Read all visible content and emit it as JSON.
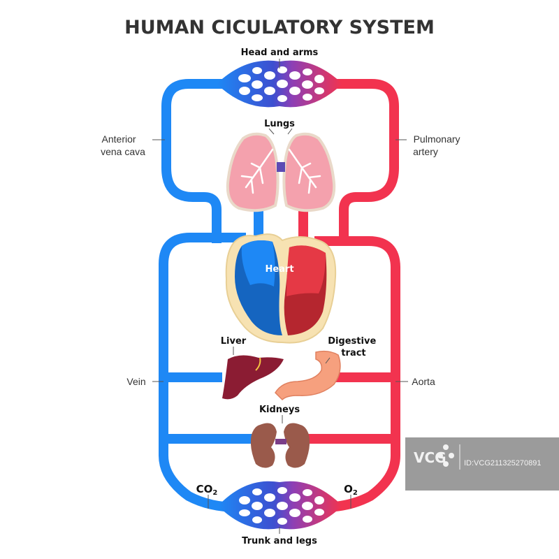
{
  "title": "HUMAN CICULATORY SYSTEM",
  "labels": {
    "head_arms": "Head and arms",
    "lungs": "Lungs",
    "anterior_vena_cava": [
      "Anterior",
      "vena cava"
    ],
    "pulmonary_artery": [
      "Pulmonary",
      "artery"
    ],
    "heart": "Heart",
    "liver": "Liver",
    "digestive_tract": [
      "Digestive",
      "tract"
    ],
    "vein": "Vein",
    "aorta": "Aorta",
    "kidneys": "Kidneys",
    "co2": "CO",
    "co2_sub": "2",
    "o2": "O",
    "o2_sub": "2",
    "trunk_legs": "Trunk and legs"
  },
  "colors": {
    "vein_blue": "#1e88f5",
    "artery_red": "#f2334f",
    "heart_blue": "#1565c0",
    "heart_red": "#e53945",
    "heart_wall": "#f7e2b2",
    "lung_pink": "#f4a1ad",
    "liver": "#8b1c33",
    "stomach": "#f6a07e",
    "kidney": "#9a5a4b"
  },
  "watermark": {
    "logo": "VCG",
    "id": "ID:VCG211325270891"
  }
}
